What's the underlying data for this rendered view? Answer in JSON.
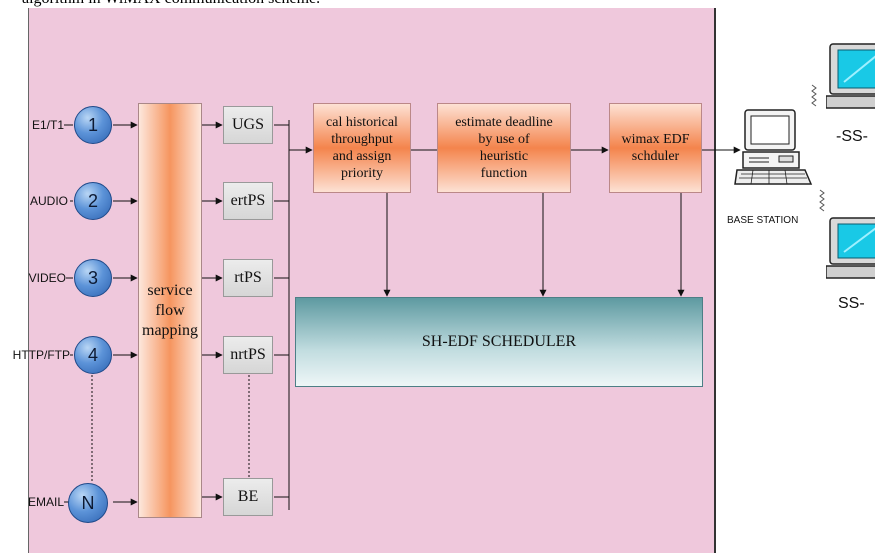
{
  "caption": "algorithm in WiMAX communication scheme.",
  "sources": [
    {
      "label": "E1/T1",
      "number": "1"
    },
    {
      "label": "AUDIO",
      "number": "2"
    },
    {
      "label": "VIDEO",
      "number": "3"
    },
    {
      "label": "HTTP/FTP",
      "number": "4"
    },
    {
      "label": "EMAIL",
      "number": "N"
    }
  ],
  "service_flow_mapping": {
    "lines": [
      "service",
      "flow",
      "mapping"
    ]
  },
  "service_classes": [
    "UGS",
    "ertPS",
    "rtPS",
    "nrtPS",
    "BE"
  ],
  "processes": [
    {
      "lines": [
        "cal historical",
        "throughput",
        "and assign",
        "priority"
      ]
    },
    {
      "lines": [
        "estimate deadline",
        "by use of",
        "heuristic",
        "function"
      ]
    },
    {
      "lines": [
        "wimax EDF",
        "schduler"
      ]
    }
  ],
  "scheduler_label": "SH-EDF SCHEDULER",
  "base_station_label": "BASE STATION",
  "subscriber_labels": [
    "-SS-",
    "SS-"
  ],
  "colors": {
    "panel_bg": "#efc8dc",
    "orange_gradient": "#f4844c",
    "teal_gradient": "#5e9aa1",
    "node_blue": "#2d62b0"
  }
}
